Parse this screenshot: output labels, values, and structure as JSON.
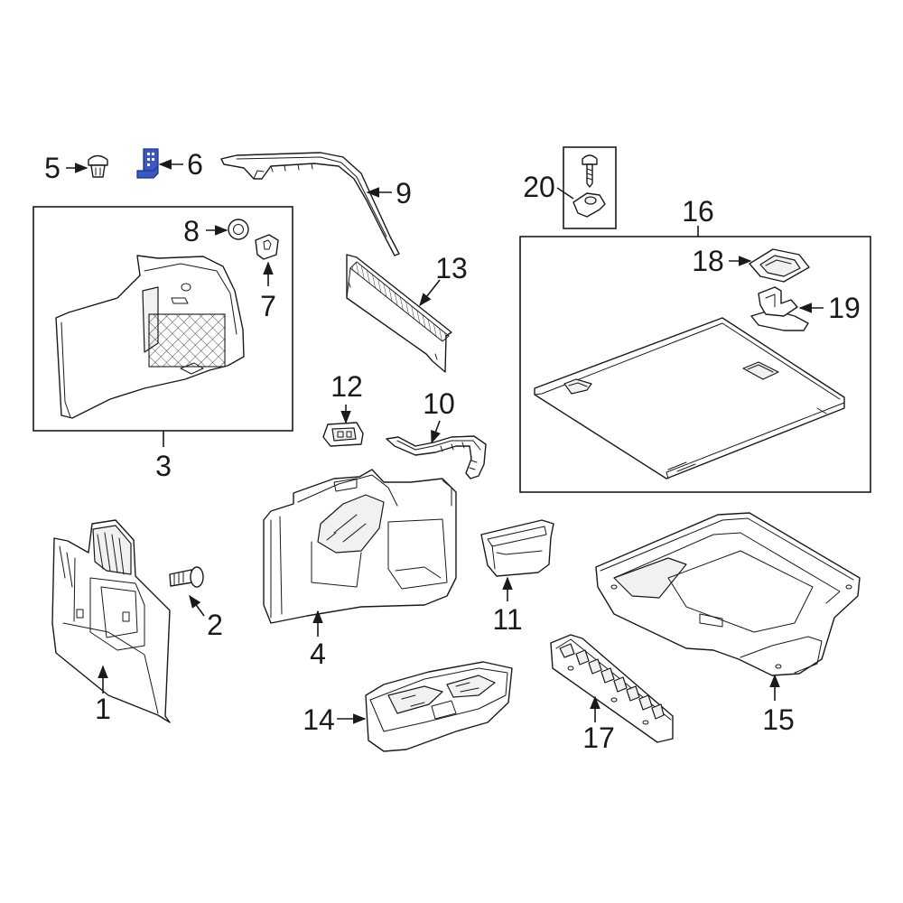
{
  "diagram": {
    "highlight_color": "#3a57c8",
    "line_color": "#1a1a1a",
    "callouts": {
      "c1": "1",
      "c2": "2",
      "c3": "3",
      "c4": "4",
      "c5": "5",
      "c6": "6",
      "c7": "7",
      "c8": "8",
      "c9": "9",
      "c10": "10",
      "c11": "11",
      "c12": "12",
      "c13": "13",
      "c14": "14",
      "c15": "15",
      "c16": "16",
      "c17": "17",
      "c18": "18",
      "c19": "19",
      "c20": "20"
    },
    "highlighted_part": "6"
  }
}
